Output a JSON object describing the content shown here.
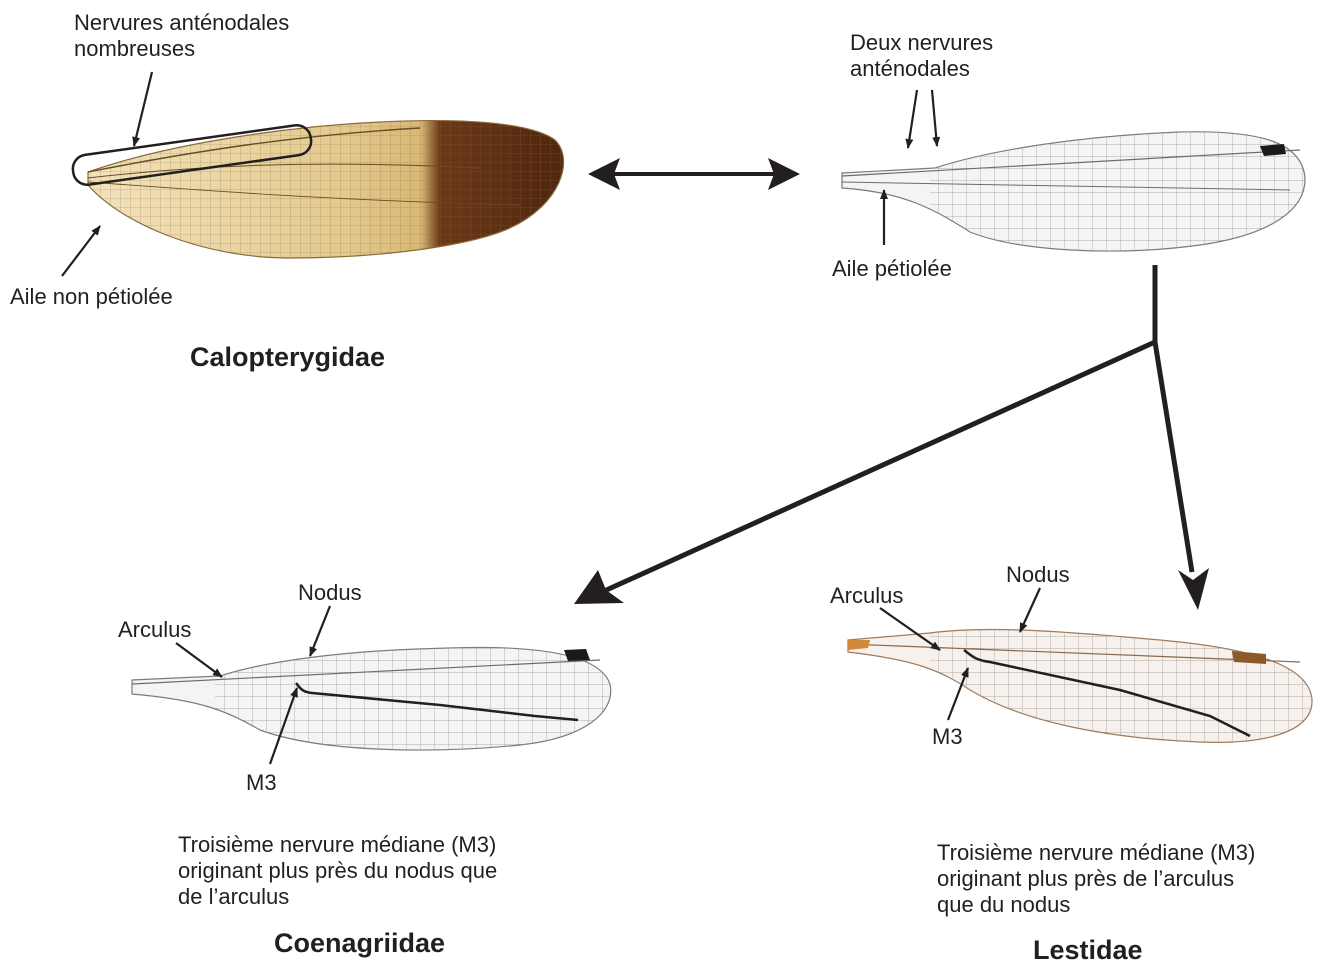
{
  "colors": {
    "ink": "#231f20",
    "calopterygidae_wing": "#e2cb93",
    "calopterygidae_tip": "#5c2d13",
    "clear_wing": "#f3f2f2",
    "vein": "#8c8886",
    "pterostigma": "#1a1a1a",
    "lestidae_pterostigma": "#8a5a2a"
  },
  "families": {
    "calopterygidae": {
      "title": "Calopterygidae",
      "label_antenodal": [
        "Nervures anténodales",
        "nombreuses"
      ],
      "label_wing_base": "Aile non pétiolée"
    },
    "petiolate": {
      "label_antenodal": [
        "Deux nervures",
        "anténodales"
      ],
      "label_wing_base": "Aile pétiolée"
    },
    "coenagriidae": {
      "title": "Coenagriidae",
      "label_nodus": "Nodus",
      "label_arculus": "Arculus",
      "label_m3": "M3",
      "description": [
        "Troisième nervure médiane (M3)",
        "originant plus près du nodus que",
        "de l’arculus"
      ]
    },
    "lestidae": {
      "title": "Lestidae",
      "label_nodus": "Nodus",
      "label_arculus": "Arculus",
      "label_m3": "M3",
      "description": [
        "Troisième nervure médiane (M3)",
        "originant plus près de l’arculus",
        "que du nodus"
      ]
    }
  }
}
